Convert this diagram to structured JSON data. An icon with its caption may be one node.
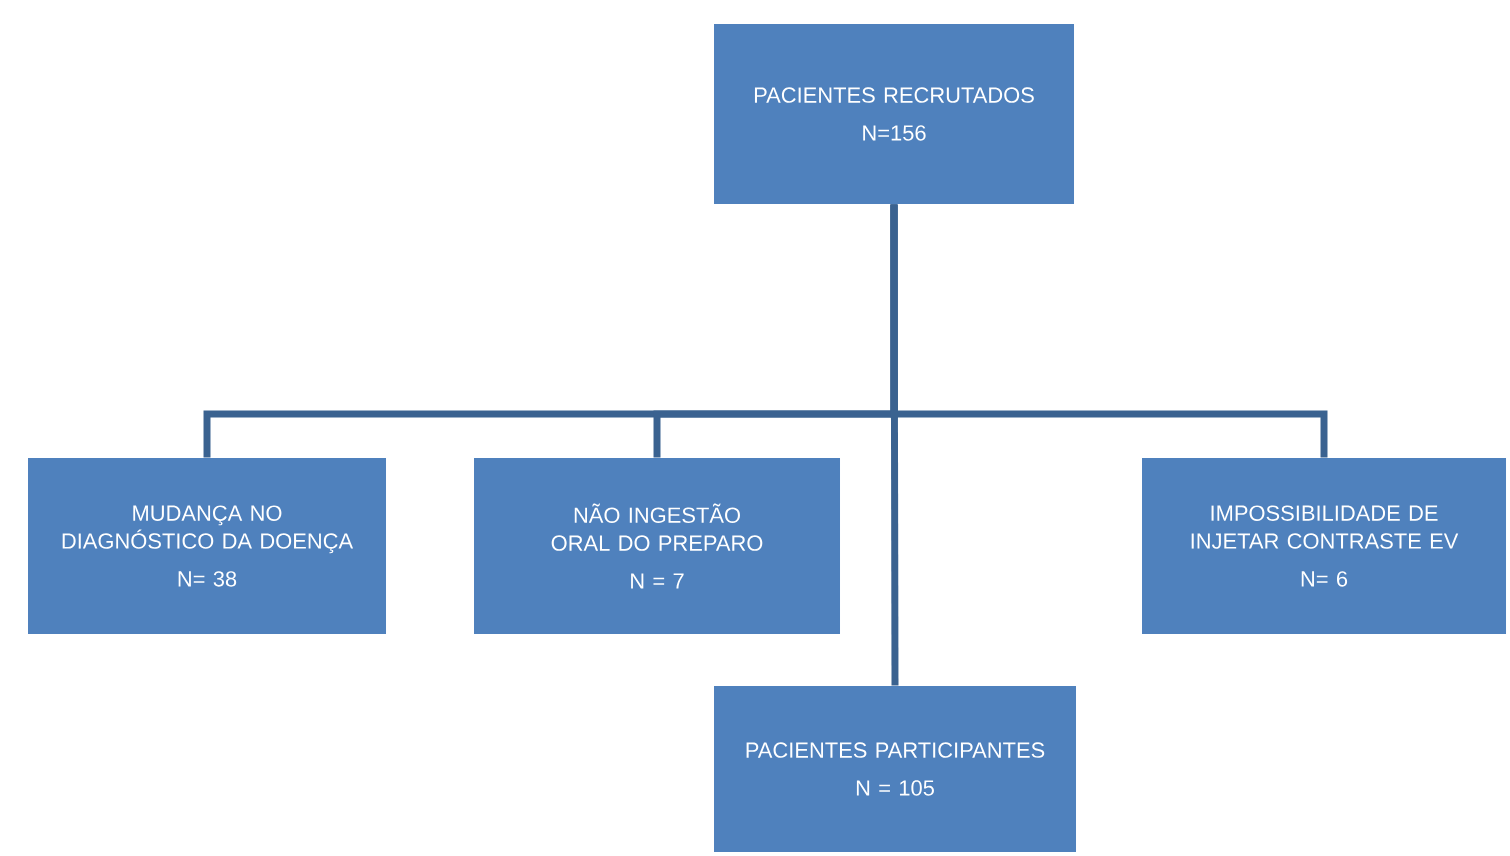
{
  "diagram": {
    "nodes": [
      {
        "text": [
          "PACIENTES RECRUTADOS",
          "N=156"
        ]
      },
      {
        "text": [
          "MUDANÇA NO DIAGNÓSTICO DA DOENÇA",
          "N= 38"
        ]
      },
      {
        "text": [
          "NÃO INGESTÃO ORAL DO PREPARO",
          "N = 7"
        ]
      },
      {
        "text": [
          "IMPOSSIBILIDADE DE INJETAR CONTRASTE EV",
          "N= 6"
        ]
      },
      {
        "text": [
          "PACIENTES PARTICIPANTES",
          "N = 105"
        ]
      }
    ],
    "edges": [
      {
        "from": 0,
        "to": 1,
        "arrow": "none"
      },
      {
        "from": 0,
        "to": 2,
        "arrow": "none"
      },
      {
        "from": 0,
        "to": 3,
        "arrow": "none"
      },
      {
        "from": 0,
        "to": 4,
        "arrow": "none"
      }
    ]
  }
}
